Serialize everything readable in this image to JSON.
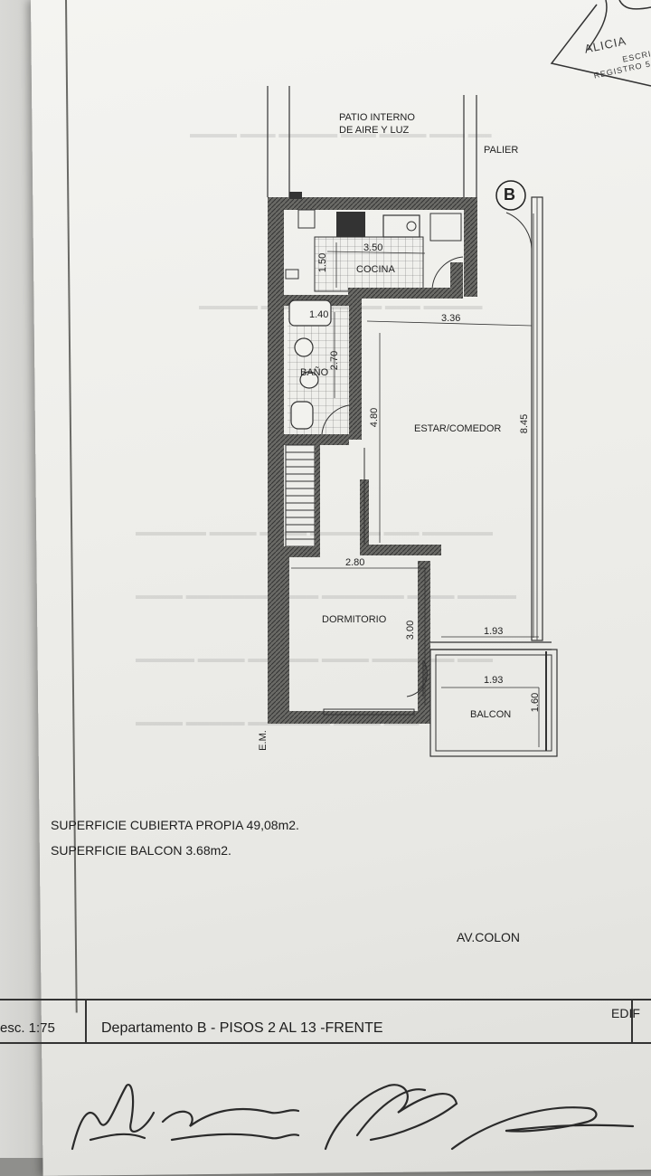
{
  "stamp": {
    "name": "ALICIA",
    "line2": "ESCRIBA",
    "line3": "REGISTRO 5"
  },
  "plan": {
    "patio_line1": "PATIO INTERNO",
    "patio_line2": "DE AIRE Y LUZ",
    "palier": "PALIER",
    "unit_letter": "B",
    "kitchen": "COCINA",
    "kitchen_w": "3.50",
    "kitchen_h": "1.50",
    "bath_tub": "1.40",
    "bath": "BAÑO",
    "bath_h": "2.70",
    "living": "ESTAR/COMEDOR",
    "living_w": "3.36",
    "living_h": "8.45",
    "hall_h": "4.80",
    "bedroom": "DORMITORIO",
    "bedroom_w": "2.80",
    "bedroom_h": "3.00",
    "balcony": "BALCON",
    "balcony_w1": "1.93",
    "balcony_w2": "1.93",
    "balcony_h": "1.60",
    "em": "E.M."
  },
  "surfaces": {
    "covered": "SUPERFICIE CUBIERTA PROPIA  49,08m2.",
    "balcony": "SUPERFICIE BALCON   3.68m2."
  },
  "street": "AV.COLON",
  "title_block": {
    "scale": "esc. 1:75",
    "description": "Departamento B -  PISOS 2 AL 13 -FRENTE",
    "building": "EDIF"
  }
}
